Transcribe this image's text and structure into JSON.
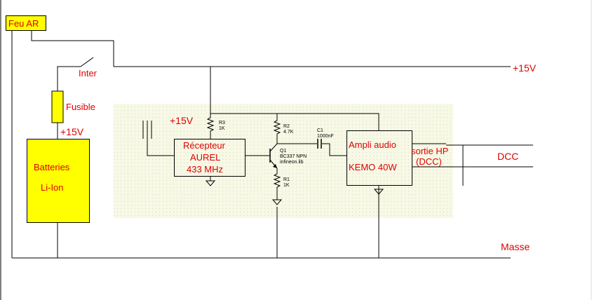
{
  "labels": {
    "feu_ar": "Feu AR",
    "inter": "Inter",
    "plus15_top": "+15V",
    "fusible": "Fusible",
    "plus15_batt": "+15V",
    "batteries_line1": "Batteries",
    "batteries_line2": "Li-Ion",
    "plus15_board": "+15V",
    "recepteur_line1": "Récepteur",
    "recepteur_line2": "AUREL",
    "recepteur_line3": "433 MHz",
    "r3_name": "R3",
    "r3_value": "1K",
    "r2_name": "R2",
    "r2_value": "4.7K",
    "c1_name": "C1",
    "c1_value": "1000nF",
    "q1_name": "Q1",
    "q1_part": "BC337 NPN",
    "q1_lib": "infineon.lib",
    "r1_name": "R1",
    "r1_value": "1K",
    "ampli_line1": "Ampli audio",
    "ampli_line2": "KEMO 40W",
    "sortie_line1": "sortie HP",
    "sortie_line2": "(DCC)",
    "dcc": "DCC",
    "masse": "Masse"
  },
  "colors": {
    "label_red": "#e00000",
    "component_yellow": "#ffff00",
    "wire": "#000000",
    "board_background": "#f7f9e6",
    "board_dots": "#d8dcc0"
  }
}
